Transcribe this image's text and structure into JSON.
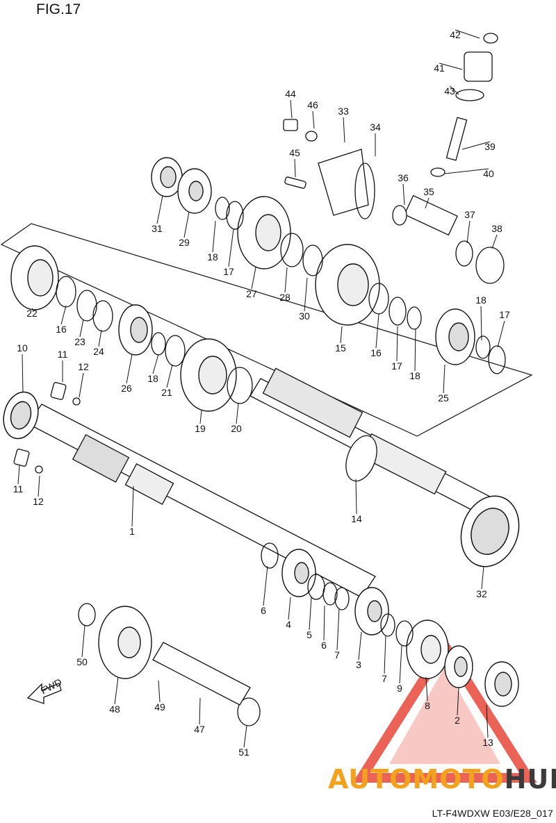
{
  "title": "FIG.17",
  "footer": "LT-F4WDXW E03/E28_017",
  "brand": {
    "part1": "AUTOMOTO",
    "part2": "HUB",
    "color1": "#f2a21d",
    "color2": "#3b3b3b",
    "logo_color": "#e8473a"
  },
  "fwd_label": "FWD",
  "callouts": [
    "42",
    "41",
    "43",
    "44",
    "46",
    "33",
    "34",
    "39",
    "40",
    "45",
    "36",
    "35",
    "37",
    "38",
    "31",
    "29",
    "18",
    "17",
    "27",
    "28",
    "30",
    "15",
    "16",
    "17",
    "18",
    "22",
    "16",
    "23",
    "24",
    "26",
    "18",
    "21",
    "19",
    "20",
    "25",
    "17",
    "18",
    "10",
    "11",
    "12",
    "11",
    "12",
    "1",
    "14",
    "32",
    "6",
    "4",
    "5",
    "6",
    "7",
    "3",
    "7",
    "9",
    "8",
    "2",
    "13",
    "50",
    "48",
    "49",
    "47",
    "51"
  ]
}
